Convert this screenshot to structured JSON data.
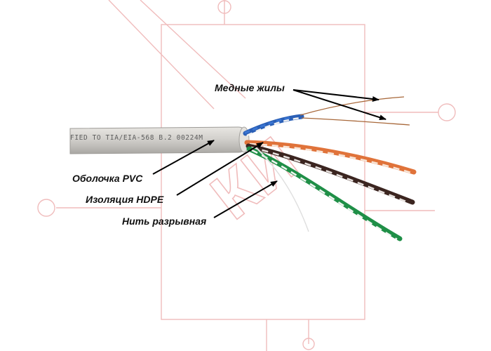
{
  "labels": {
    "copper": "Медные жилы",
    "sheath": "Оболочка PVC",
    "insulation": "Изоляция HDPE",
    "ripcord": "Нить разрывная"
  },
  "jacket_print": "FIED TO TIA/EIA-568 B.2  00224M",
  "watermark_text": "КИ",
  "colors": {
    "jacket": "#c9c7c3",
    "pair_blue": "#2a5fb6",
    "pair_orange": "#e0733a",
    "pair_brown": "#3b2520",
    "pair_green": "#1f8f47",
    "stripe": "#f2f2f2",
    "watermark": "#f0bcbc",
    "arrow": "#000000"
  }
}
